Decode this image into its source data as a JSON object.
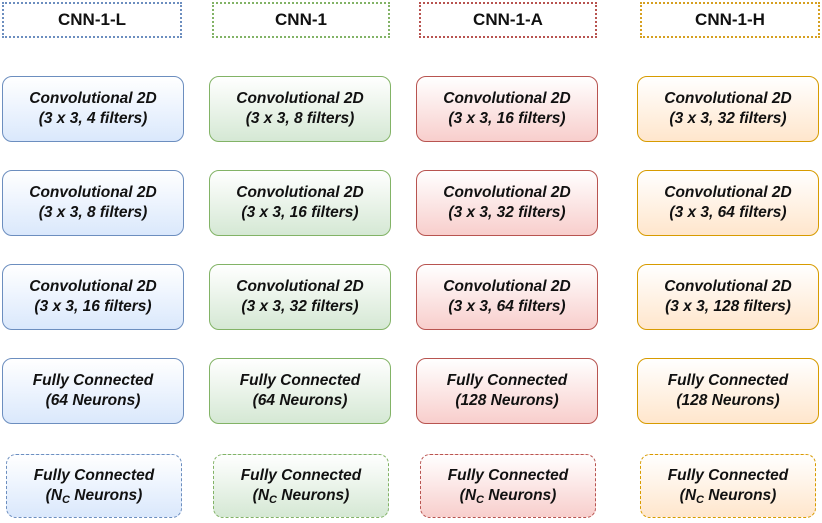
{
  "columns": [
    {
      "key": "cnn1l",
      "title": "CNN-1-L",
      "color": "#6c8ebf",
      "layers": [
        {
          "line1": "Convolutional 2D",
          "line2": "(3 x 3, 4 filters)"
        },
        {
          "line1": "Convolutional 2D",
          "line2": "(3 x 3, 8 filters)"
        },
        {
          "line1": "Convolutional 2D",
          "line2": "(3 x 3, 16 filters)"
        },
        {
          "line1": "Fully Connected",
          "line2": "(64 Neurons)"
        }
      ],
      "output": {
        "line1": "Fully Connected",
        "paren_open": "(N",
        "sub": "C",
        "rest": " Neurons)"
      }
    },
    {
      "key": "cnn1",
      "title": "CNN-1",
      "color": "#82b366",
      "layers": [
        {
          "line1": "Convolutional 2D",
          "line2": "(3 x 3, 8 filters)"
        },
        {
          "line1": "Convolutional 2D",
          "line2": "(3 x 3, 16 filters)"
        },
        {
          "line1": "Convolutional 2D",
          "line2": "(3 x 3, 32 filters)"
        },
        {
          "line1": "Fully Connected",
          "line2": "(64 Neurons)"
        }
      ],
      "output": {
        "line1": "Fully Connected",
        "paren_open": "(N",
        "sub": "C",
        "rest": " Neurons)"
      }
    },
    {
      "key": "cnn1a",
      "title": "CNN-1-A",
      "color": "#b85450",
      "layers": [
        {
          "line1": "Convolutional 2D",
          "line2": "(3 x 3, 16 filters)"
        },
        {
          "line1": "Convolutional 2D",
          "line2": "(3 x 3, 32 filters)"
        },
        {
          "line1": "Convolutional 2D",
          "line2": "(3 x 3, 64 filters)"
        },
        {
          "line1": "Fully Connected",
          "line2": "(128 Neurons)"
        }
      ],
      "output": {
        "line1": "Fully Connected",
        "paren_open": "(N",
        "sub": "C",
        "rest": " Neurons)"
      }
    },
    {
      "key": "cnn1h",
      "title": "CNN-1-H",
      "color": "#d79b00",
      "layers": [
        {
          "line1": "Convolutional 2D",
          "line2": "(3 x 3, 32 filters)"
        },
        {
          "line1": "Convolutional 2D",
          "line2": "(3 x 3, 64 filters)"
        },
        {
          "line1": "Convolutional 2D",
          "line2": "(3 x 3, 128 filters)"
        },
        {
          "line1": "Fully Connected",
          "line2": "(128 Neurons)"
        }
      ],
      "output": {
        "line1": "Fully Connected",
        "paren_open": "(N",
        "sub": "C",
        "rest": " Neurons)"
      }
    }
  ]
}
